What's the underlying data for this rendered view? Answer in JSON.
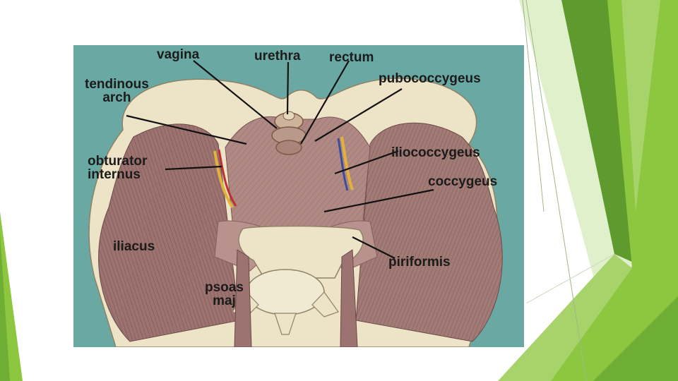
{
  "colors": {
    "background": "#ffffff",
    "accent_green": "#8dc63f",
    "accent_dark_green": "#5f9a2e",
    "accent_light_green": "#c6e3a1",
    "figure_background": "#6aa9a3",
    "muscle": "#9c7370",
    "bone": "#ede3c7"
  },
  "labels": {
    "vagina": "vagina",
    "urethra": "urethra",
    "rectum": "rectum",
    "tendinous_arch": "tendinous\narch",
    "pubococcygeus": "pubococcygeus",
    "obturator_internus": "obturator\ninternus",
    "iliococcygeus": "iliococcygeus",
    "coccygeus": "coccygeus",
    "iliacus": "iliacus",
    "piriformis": "piriformis",
    "psoas_major": "psoas\nmaj"
  }
}
